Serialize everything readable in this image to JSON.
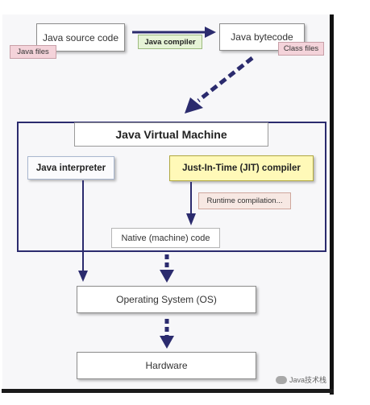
{
  "diagram": {
    "source_code": "Java source code",
    "java_files": "Java files",
    "compiler": "Java compiler",
    "bytecode": "Java bytecode",
    "class_files": "Class files",
    "jvm_title": "Java Virtual Machine",
    "interpreter": "Java interpreter",
    "jit": "Just-In-Time (JIT) compiler",
    "runtime_compilation": "Runtime compilation...",
    "native_code": "Native (machine) code",
    "os": "Operating System (OS)",
    "hardware": "Hardware"
  },
  "watermark": {
    "text": "Java技术栈",
    "icon": "wechat-icon"
  }
}
